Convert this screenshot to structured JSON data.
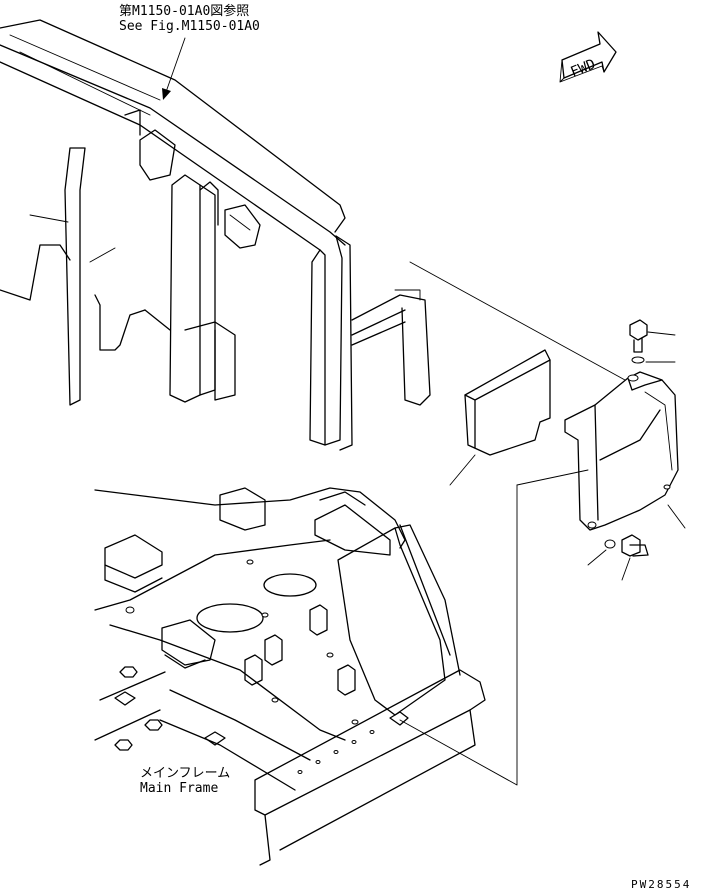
{
  "reference_note": {
    "line_ja": "第M1150-01A0図参照",
    "line_en": "See Fig.M1150-01A0"
  },
  "fwd_symbol": {
    "text": "FWD"
  },
  "main_frame_label": {
    "line_ja": "メインフレーム",
    "line_en": "Main Frame"
  },
  "drawing_number": "PW28554"
}
